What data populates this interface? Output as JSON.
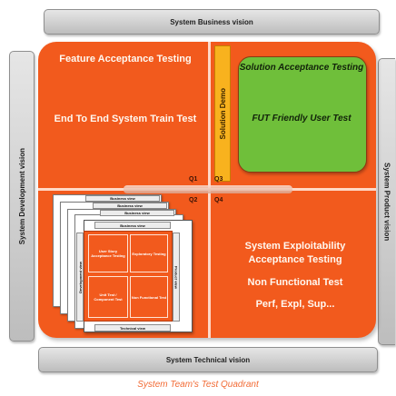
{
  "banners": {
    "top": "System Business vision",
    "bottom": "System Technical vision",
    "left": "System Development vision",
    "right": "System Product vision"
  },
  "quadrants": {
    "q1": {
      "label": "Q1",
      "title": "Feature Acceptance Testing",
      "subtitle": "End To End System Train Test"
    },
    "q2": {
      "label": "Q2"
    },
    "q3": {
      "label": "Q3",
      "side_label": "Solution Demo",
      "box_title": "Solution Acceptance Testing",
      "box_subtitle": "FUT Friendly User Test"
    },
    "q4": {
      "label": "Q4",
      "line1": "System Exploitability Acceptance Testing",
      "line2": "Non Functional Test",
      "line3": "Perf, Expl, Sup..."
    }
  },
  "stack": {
    "strip1": "Business view",
    "strip2": "Business view",
    "strip3": "Business view",
    "bottom_strip": "Technical view",
    "side_strip": "Development view",
    "right_strip": "Product view",
    "inner1": "User Story Acceptance Testing",
    "inner2": "Exploratory Testing",
    "inner3": "Unit Test / Component Test",
    "inner4": "Non Functional Test"
  },
  "caption": "System Team's Test Quadrant",
  "colors": {
    "orange": "#f25a1d",
    "green": "#6fbf3a",
    "gold": "#f8b21e",
    "caption": "#f26b35"
  }
}
